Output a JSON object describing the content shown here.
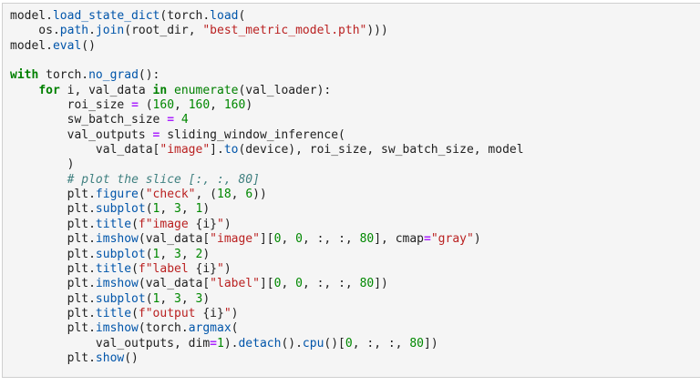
{
  "app": {
    "name": "jupyter-notebook-code-cell",
    "language": "python"
  },
  "palette": {
    "cell_background": "#f5f5f5",
    "cell_border": "#cfcfcf",
    "text": "#212121",
    "keyword": "#008000",
    "builtin": "#008000",
    "property": "#0055aa",
    "string": "#ba2121",
    "number": "#008800",
    "operator": "#aa22ff",
    "comment": "#408080"
  },
  "code": {
    "lines": [
      [
        {
          "c": "",
          "t": "model."
        },
        {
          "c": "p",
          "t": "load_state_dict"
        },
        {
          "c": "",
          "t": "(torch."
        },
        {
          "c": "p",
          "t": "load"
        },
        {
          "c": "",
          "t": "("
        }
      ],
      [
        {
          "c": "",
          "t": "    os."
        },
        {
          "c": "p",
          "t": "path"
        },
        {
          "c": "",
          "t": "."
        },
        {
          "c": "p",
          "t": "join"
        },
        {
          "c": "",
          "t": "(root_dir, "
        },
        {
          "c": "s",
          "t": "\"best_metric_model.pth\""
        },
        {
          "c": "",
          "t": ")))"
        }
      ],
      [
        {
          "c": "",
          "t": "model."
        },
        {
          "c": "p",
          "t": "eval"
        },
        {
          "c": "",
          "t": "()"
        }
      ],
      [],
      [
        {
          "c": "k",
          "t": "with"
        },
        {
          "c": "",
          "t": " torch."
        },
        {
          "c": "p",
          "t": "no_grad"
        },
        {
          "c": "",
          "t": "():"
        }
      ],
      [
        {
          "c": "",
          "t": "    "
        },
        {
          "c": "k",
          "t": "for"
        },
        {
          "c": "",
          "t": " i, val_data "
        },
        {
          "c": "k",
          "t": "in"
        },
        {
          "c": "",
          "t": " "
        },
        {
          "c": "b",
          "t": "enumerate"
        },
        {
          "c": "",
          "t": "(val_loader):"
        }
      ],
      [
        {
          "c": "",
          "t": "        roi_size "
        },
        {
          "c": "o",
          "t": "="
        },
        {
          "c": "",
          "t": " ("
        },
        {
          "c": "n",
          "t": "160"
        },
        {
          "c": "",
          "t": ", "
        },
        {
          "c": "n",
          "t": "160"
        },
        {
          "c": "",
          "t": ", "
        },
        {
          "c": "n",
          "t": "160"
        },
        {
          "c": "",
          "t": ")"
        }
      ],
      [
        {
          "c": "",
          "t": "        sw_batch_size "
        },
        {
          "c": "o",
          "t": "="
        },
        {
          "c": "",
          "t": " "
        },
        {
          "c": "n",
          "t": "4"
        }
      ],
      [
        {
          "c": "",
          "t": "        val_outputs "
        },
        {
          "c": "o",
          "t": "="
        },
        {
          "c": "",
          "t": " sliding_window_inference("
        }
      ],
      [
        {
          "c": "",
          "t": "            val_data["
        },
        {
          "c": "s",
          "t": "\"image\""
        },
        {
          "c": "",
          "t": "]."
        },
        {
          "c": "p",
          "t": "to"
        },
        {
          "c": "",
          "t": "(device), roi_size, sw_batch_size, model"
        }
      ],
      [
        {
          "c": "",
          "t": "        )"
        }
      ],
      [
        {
          "c": "",
          "t": "        "
        },
        {
          "c": "c",
          "t": "# plot the slice [:, :, 80]"
        }
      ],
      [
        {
          "c": "",
          "t": "        plt."
        },
        {
          "c": "p",
          "t": "figure"
        },
        {
          "c": "",
          "t": "("
        },
        {
          "c": "s",
          "t": "\"check\""
        },
        {
          "c": "",
          "t": ", ("
        },
        {
          "c": "n",
          "t": "18"
        },
        {
          "c": "",
          "t": ", "
        },
        {
          "c": "n",
          "t": "6"
        },
        {
          "c": "",
          "t": "))"
        }
      ],
      [
        {
          "c": "",
          "t": "        plt."
        },
        {
          "c": "p",
          "t": "subplot"
        },
        {
          "c": "",
          "t": "("
        },
        {
          "c": "n",
          "t": "1"
        },
        {
          "c": "",
          "t": ", "
        },
        {
          "c": "n",
          "t": "3"
        },
        {
          "c": "",
          "t": ", "
        },
        {
          "c": "n",
          "t": "1"
        },
        {
          "c": "",
          "t": ")"
        }
      ],
      [
        {
          "c": "",
          "t": "        plt."
        },
        {
          "c": "p",
          "t": "title"
        },
        {
          "c": "",
          "t": "("
        },
        {
          "c": "s",
          "t": "f\"image "
        },
        {
          "c": "",
          "t": "{i}"
        },
        {
          "c": "s",
          "t": "\""
        },
        {
          "c": "",
          "t": ")"
        }
      ],
      [
        {
          "c": "",
          "t": "        plt."
        },
        {
          "c": "p",
          "t": "imshow"
        },
        {
          "c": "",
          "t": "(val_data["
        },
        {
          "c": "s",
          "t": "\"image\""
        },
        {
          "c": "",
          "t": "]["
        },
        {
          "c": "n",
          "t": "0"
        },
        {
          "c": "",
          "t": ", "
        },
        {
          "c": "n",
          "t": "0"
        },
        {
          "c": "",
          "t": ", :, :, "
        },
        {
          "c": "n",
          "t": "80"
        },
        {
          "c": "",
          "t": "], cmap"
        },
        {
          "c": "o",
          "t": "="
        },
        {
          "c": "s",
          "t": "\"gray\""
        },
        {
          "c": "",
          "t": ")"
        }
      ],
      [
        {
          "c": "",
          "t": "        plt."
        },
        {
          "c": "p",
          "t": "subplot"
        },
        {
          "c": "",
          "t": "("
        },
        {
          "c": "n",
          "t": "1"
        },
        {
          "c": "",
          "t": ", "
        },
        {
          "c": "n",
          "t": "3"
        },
        {
          "c": "",
          "t": ", "
        },
        {
          "c": "n",
          "t": "2"
        },
        {
          "c": "",
          "t": ")"
        }
      ],
      [
        {
          "c": "",
          "t": "        plt."
        },
        {
          "c": "p",
          "t": "title"
        },
        {
          "c": "",
          "t": "("
        },
        {
          "c": "s",
          "t": "f\"label "
        },
        {
          "c": "",
          "t": "{i}"
        },
        {
          "c": "s",
          "t": "\""
        },
        {
          "c": "",
          "t": ")"
        }
      ],
      [
        {
          "c": "",
          "t": "        plt."
        },
        {
          "c": "p",
          "t": "imshow"
        },
        {
          "c": "",
          "t": "(val_data["
        },
        {
          "c": "s",
          "t": "\"label\""
        },
        {
          "c": "",
          "t": "]["
        },
        {
          "c": "n",
          "t": "0"
        },
        {
          "c": "",
          "t": ", "
        },
        {
          "c": "n",
          "t": "0"
        },
        {
          "c": "",
          "t": ", :, :, "
        },
        {
          "c": "n",
          "t": "80"
        },
        {
          "c": "",
          "t": "])"
        }
      ],
      [
        {
          "c": "",
          "t": "        plt."
        },
        {
          "c": "p",
          "t": "subplot"
        },
        {
          "c": "",
          "t": "("
        },
        {
          "c": "n",
          "t": "1"
        },
        {
          "c": "",
          "t": ", "
        },
        {
          "c": "n",
          "t": "3"
        },
        {
          "c": "",
          "t": ", "
        },
        {
          "c": "n",
          "t": "3"
        },
        {
          "c": "",
          "t": ")"
        }
      ],
      [
        {
          "c": "",
          "t": "        plt."
        },
        {
          "c": "p",
          "t": "title"
        },
        {
          "c": "",
          "t": "("
        },
        {
          "c": "s",
          "t": "f\"output "
        },
        {
          "c": "",
          "t": "{i}"
        },
        {
          "c": "s",
          "t": "\""
        },
        {
          "c": "",
          "t": ")"
        }
      ],
      [
        {
          "c": "",
          "t": "        plt."
        },
        {
          "c": "p",
          "t": "imshow"
        },
        {
          "c": "",
          "t": "(torch."
        },
        {
          "c": "p",
          "t": "argmax"
        },
        {
          "c": "",
          "t": "("
        }
      ],
      [
        {
          "c": "",
          "t": "            val_outputs, dim"
        },
        {
          "c": "o",
          "t": "="
        },
        {
          "c": "n",
          "t": "1"
        },
        {
          "c": "",
          "t": ")."
        },
        {
          "c": "p",
          "t": "detach"
        },
        {
          "c": "",
          "t": "()."
        },
        {
          "c": "p",
          "t": "cpu"
        },
        {
          "c": "",
          "t": "()["
        },
        {
          "c": "n",
          "t": "0"
        },
        {
          "c": "",
          "t": ", :, :, "
        },
        {
          "c": "n",
          "t": "80"
        },
        {
          "c": "",
          "t": "])"
        }
      ],
      [
        {
          "c": "",
          "t": "        plt."
        },
        {
          "c": "p",
          "t": "show"
        },
        {
          "c": "",
          "t": "()"
        }
      ]
    ]
  }
}
